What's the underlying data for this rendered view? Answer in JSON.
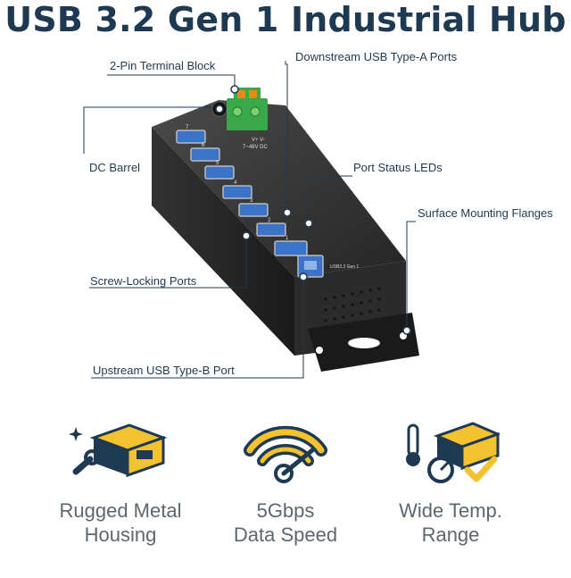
{
  "title": "USB 3.2 Gen 1 Industrial Hub",
  "callouts": {
    "terminal_block": "2-Pin Terminal Block",
    "downstream_ports": "Downstream USB Type-A Ports",
    "dc_barrel": "DC Barrel",
    "port_status_leds": "Port Status LEDs",
    "mounting_flanges": "Surface Mounting Flanges",
    "screw_locking": "Screw-Locking Ports",
    "upstream_port": "Upstream USB Type-B Port"
  },
  "device_markings": {
    "terminal": "V+  V-",
    "voltage": "7~48V DC",
    "usb_mark": "USB3.2 Gen 1",
    "ports": [
      "7",
      "6",
      "5",
      "4",
      "3",
      "2",
      "1"
    ]
  },
  "features": [
    {
      "line1": "Rugged Metal",
      "line2": "Housing",
      "icon": "rugged-housing-icon"
    },
    {
      "line1": "5Gbps",
      "line2": "Data Speed",
      "icon": "wifi-speed-icon"
    },
    {
      "line1": "Wide Temp.",
      "line2": "Range",
      "icon": "temperature-gauge-icon"
    }
  ],
  "colors": {
    "navy": "#1e3a52",
    "gold": "#f2c230",
    "usb_blue": "#3a73c7",
    "terminal_green": "#3aa84a",
    "text_gray": "#5d6770"
  }
}
